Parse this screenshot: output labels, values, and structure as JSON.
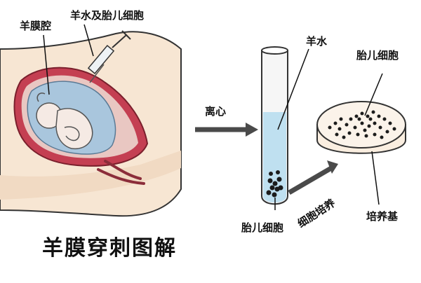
{
  "title": "羊膜穿刺图解",
  "labels": {
    "amniotic_cavity": "羊膜腔",
    "needle_content": "羊水及胎儿细胞",
    "centrifuge": "离心",
    "tube_fluid": "羊水",
    "tube_cells": "胎儿细胞",
    "culture_step": "细胞培养",
    "dish_cells": "胎儿细胞",
    "medium": "培养基"
  },
  "colors": {
    "skin": "#f7e6d3",
    "outline": "#333333",
    "uterus_wall": "#c43f52",
    "amniotic_fluid": "#a9c6dd",
    "tube_fluid": "#bfe0f0",
    "dish": "#faeee0",
    "cells": "#1c1c1c",
    "arrow": "#4a4a4a"
  }
}
